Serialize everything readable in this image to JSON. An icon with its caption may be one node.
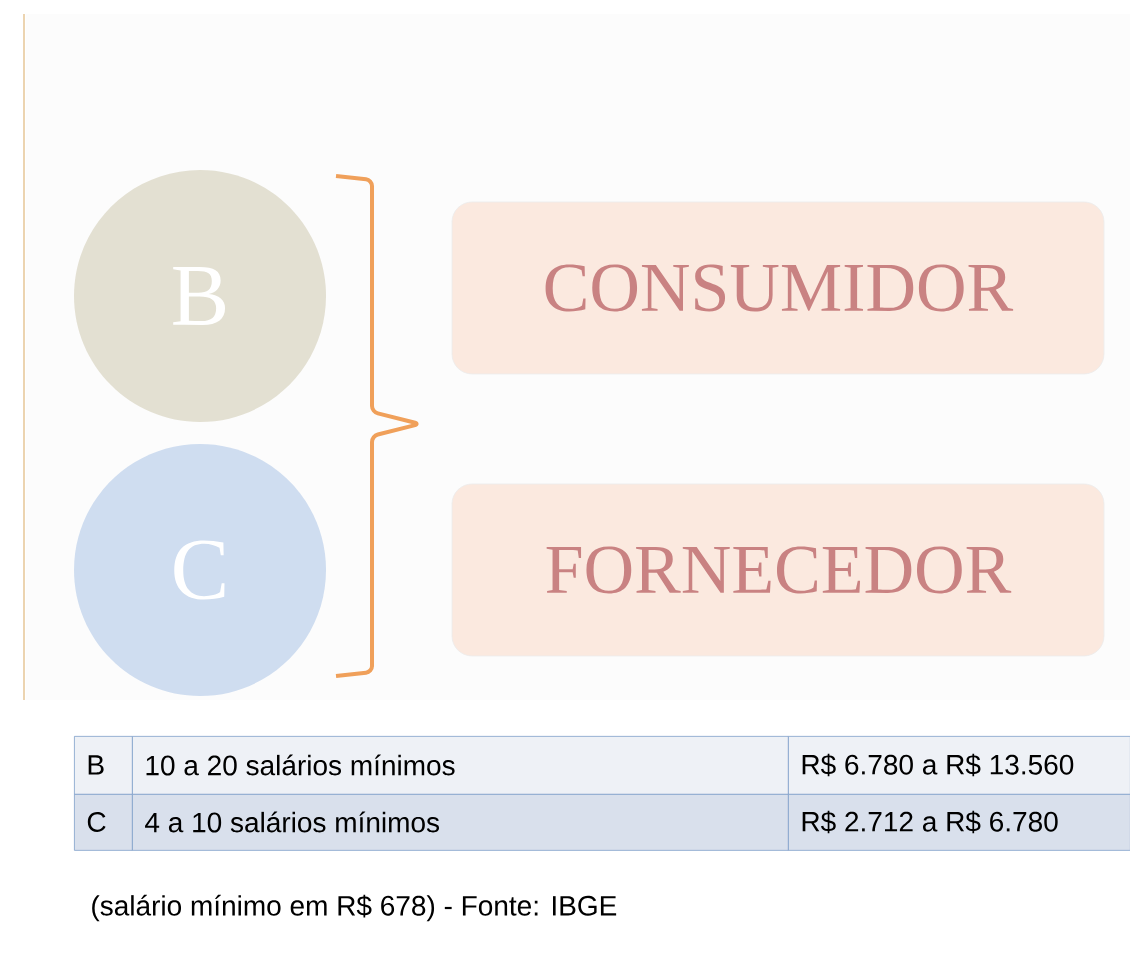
{
  "diagram": {
    "nodes": [
      {
        "text": [
          "B"
        ]
      },
      {
        "text": [
          "C"
        ]
      },
      {
        "text": [
          "CONSUMIDOR"
        ]
      },
      {
        "text": [
          "FORNECEDOR"
        ]
      }
    ],
    "labels": [
      "B",
      "10 a 20 salários mínimos",
      "R$ 6.780 a R$ 13.560",
      "C",
      "4 a 10 salários mínimos",
      "R$ 2.712 a R$ 6.780",
      "(salário mínimo em R$ 678)  - Fonte: IBGE"
    ]
  }
}
